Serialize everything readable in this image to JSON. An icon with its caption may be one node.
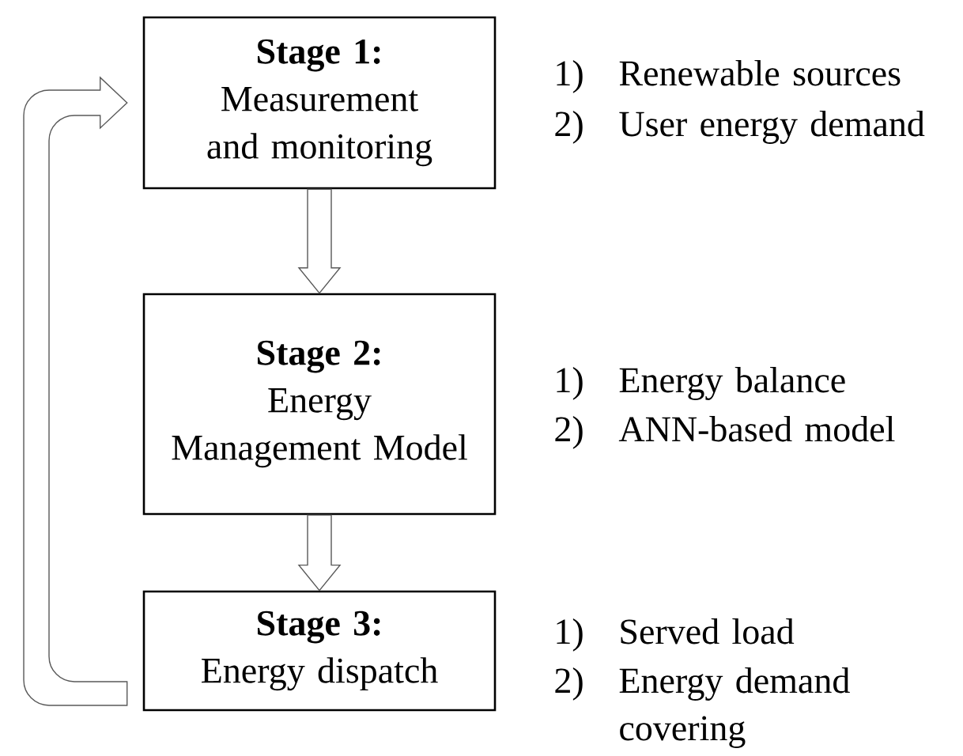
{
  "diagram": {
    "nodes": [
      {
        "text": [
          "Stage 1:",
          "Measurement and monitoring"
        ]
      },
      {
        "text": [
          "Stage 2:",
          "Energy Management Model"
        ]
      },
      {
        "text": [
          "Stage 3:",
          "Energy dispatch"
        ]
      }
    ],
    "edges": [
      {
        "from": 0,
        "to": 1,
        "arrow": "to"
      },
      {
        "from": 1,
        "to": 2,
        "arrow": "to"
      },
      {
        "from": 2,
        "to": 0,
        "arrow": "to"
      }
    ],
    "labels": [
      "1)",
      "Renewable sources",
      "2)",
      "User energy demand",
      "1)",
      "Energy balance",
      "2)",
      "ANN-based model",
      "1)",
      "Served load",
      "2)",
      "Energy demand covering"
    ]
  }
}
